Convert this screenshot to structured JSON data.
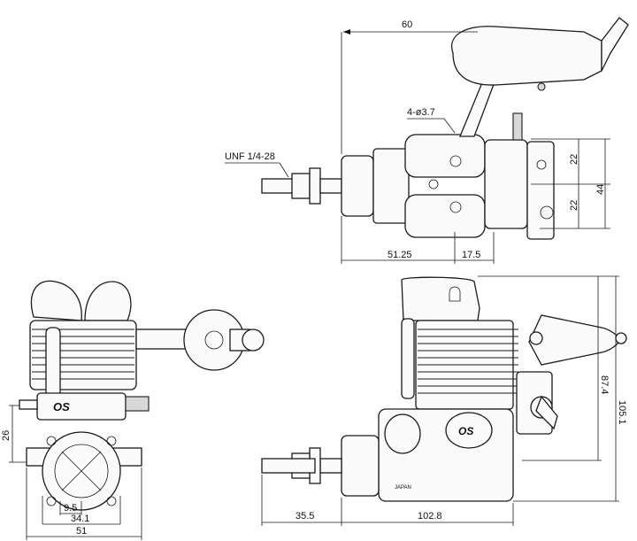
{
  "dimensions": {
    "top_width": "60",
    "thread": "UNF 1/4-28",
    "holes": "4-ø3.7",
    "upper_22": "22",
    "lower_22": "22",
    "total_44": "44",
    "top_51_25": "51.25",
    "top_17_5": "17.5",
    "front_26": "26",
    "front_9_5": "9.5",
    "front_34_1": "34.1",
    "front_51": "51",
    "side_87_4": "87.4",
    "side_105_1": "105.1",
    "side_35_5": "35.5",
    "side_102_8": "102.8"
  },
  "labels": {
    "logo_front": "OS",
    "logo_side": "OS",
    "made_in": "JAPAN"
  }
}
